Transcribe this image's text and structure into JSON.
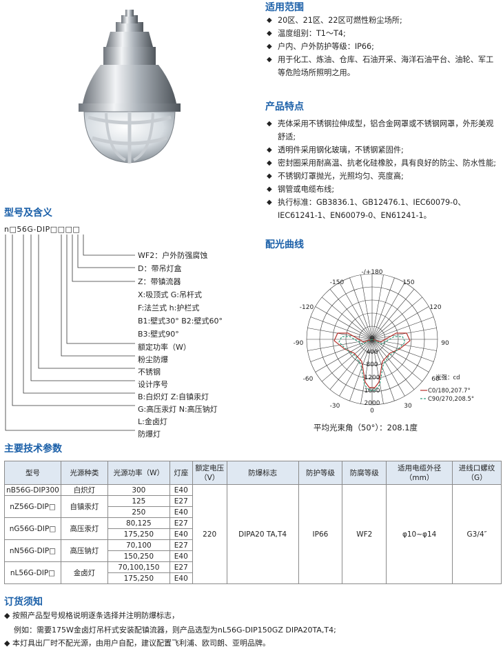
{
  "scope": {
    "title": "适用范围",
    "items": [
      "20区、21区、22区可燃性粉尘场所;",
      "温度组别：T1～T4;",
      "户内、户外防护等级：IP66;",
      "用于化工、炼油、仓库、石油开采、海洋石油平台、油轮、军工等危险场所照明之用。"
    ]
  },
  "features": {
    "title": "产品特点",
    "items": [
      "壳体采用不锈钢拉伸成型，铝合金网罩或不锈钢网罩，外形美观舒适;",
      "透明件采用钢化玻璃，不锈钢紧固件;",
      "密封圈采用耐高温、抗老化硅橡胶，具有良好的防尘、防水性能;",
      "不锈钢灯罩抛光，光照均匀、亮度高;",
      "钢管或电缆布线;",
      "执行标准：GB3836.1、GB12476.1、IEC60079-0、IEC61241-1、EN60079-0、EN61241-1。"
    ]
  },
  "model": {
    "title": "型号及含义",
    "code": "n□56G-DIP□□□□",
    "lines": [
      "WF2：户外防强腐蚀",
      "D：带吊灯盒",
      "Z：带镇流器",
      "X:吸顶式 G:吊杆式",
      "F:法兰式 h:护栏式",
      "B1:壁式30°   B2:壁式60°",
      "B3:壁式90°",
      "额定功率（W）",
      "粉尘防爆",
      "不锈钢",
      "设计序号",
      "B:白炽灯 Z:自镇汞灯",
      "G:高压汞灯 N:高压钠灯",
      "L:金卤灯",
      "防爆灯"
    ]
  },
  "curve": {
    "title": "配光曲线",
    "angle_labels": [
      "-/+180",
      "-150",
      "150",
      "-120",
      "120",
      "-90",
      "90",
      "-60",
      "60",
      "-30",
      "0",
      "30"
    ],
    "radial_labels": [
      "0",
      "400",
      "800",
      "1200",
      "1600",
      "2000"
    ],
    "legend": [
      "光强：cd",
      "C0/180,207.7°",
      "C90/270,208.5°"
    ],
    "caption": "平均光束角（50°）：208.1度",
    "colors": {
      "c0": "#b5302a",
      "c90": "#2e9a7a"
    }
  },
  "tech": {
    "title": "主要技术参数",
    "headers": [
      "型号",
      "光源种类",
      "光源功率（W）",
      "灯座",
      "额定电压（V）",
      "防爆标志",
      "防护等级",
      "防腐等级",
      "适用电缆外径（mm）",
      "进线口螺纹（G）"
    ],
    "shared": {
      "voltage": "220",
      "ex": "DIPA20 TA,T4",
      "ip": "IP66",
      "corrosion": "WF2",
      "cable": "φ10~φ14",
      "thread": "G3/4″"
    },
    "groups": [
      {
        "model": "nB56G-DIP300",
        "source": "白炽灯",
        "rows": [
          [
            "300",
            "E40"
          ]
        ]
      },
      {
        "model": "nZ56G-DIP□",
        "source": "自镇汞灯",
        "rows": [
          [
            "125",
            "E27"
          ],
          [
            "250",
            "E40"
          ]
        ]
      },
      {
        "model": "nG56G-DIP□",
        "source": "高压汞灯",
        "rows": [
          [
            "80,125",
            "E27"
          ],
          [
            "175,250",
            "E40"
          ]
        ]
      },
      {
        "model": "nN56G-DIP□",
        "source": "高压钠灯",
        "rows": [
          [
            "70,100",
            "E27"
          ],
          [
            "150,250",
            "E40"
          ]
        ]
      },
      {
        "model": "nL56G-DIP□",
        "source": "金卤灯",
        "rows": [
          [
            "70,100,150",
            "E27"
          ],
          [
            "175,250",
            "E40"
          ]
        ]
      }
    ]
  },
  "order": {
    "title": "订货须知",
    "line1": "按照产品型号规格说明逐条选择并注明防爆标志，",
    "line2": "例如：需要175W金卤灯吊杆式安装配镇流器，则产品选型为nL56G-DIP150GZ    DIPA20TA,T4;",
    "line3": "本灯具出厂时不配光源，由用户自配，建议配置飞利浦、欧司朗、亚明品牌。"
  }
}
